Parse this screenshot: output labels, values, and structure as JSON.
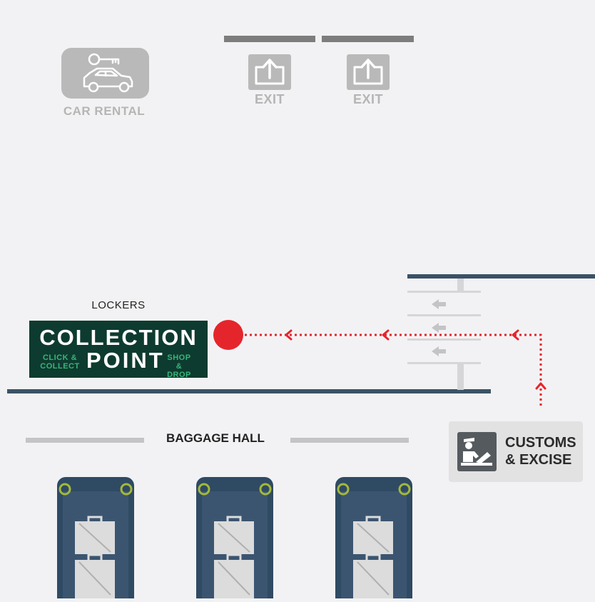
{
  "car_rental": {
    "label": "CAR RENTAL",
    "icon": "car-key-icon"
  },
  "exits": [
    {
      "label": "EXIT",
      "icon": "exit-arrow-icon"
    },
    {
      "label": "EXIT",
      "icon": "exit-arrow-icon"
    }
  ],
  "lockers": {
    "label": "LOCKERS"
  },
  "collection_point": {
    "line1": "COLLECTION",
    "line2": "POINT",
    "left_small_1": "CLICK &",
    "left_small_2": "COLLECT",
    "right_small_1": "SHOP",
    "right_small_2": "& DROP"
  },
  "baggage_hall": {
    "label": "BAGGAGE HALL"
  },
  "customs": {
    "line1": "CUSTOMS",
    "line2": "& EXCISE",
    "icon": "customs-officer-icon"
  },
  "colors": {
    "background": "#f2f2f4",
    "wall": "#3a5266",
    "route": "#e5252c",
    "collection_bg": "#0e3b2f",
    "collection_accent": "#37b67a",
    "icon_grey": "#b9b9b9"
  }
}
